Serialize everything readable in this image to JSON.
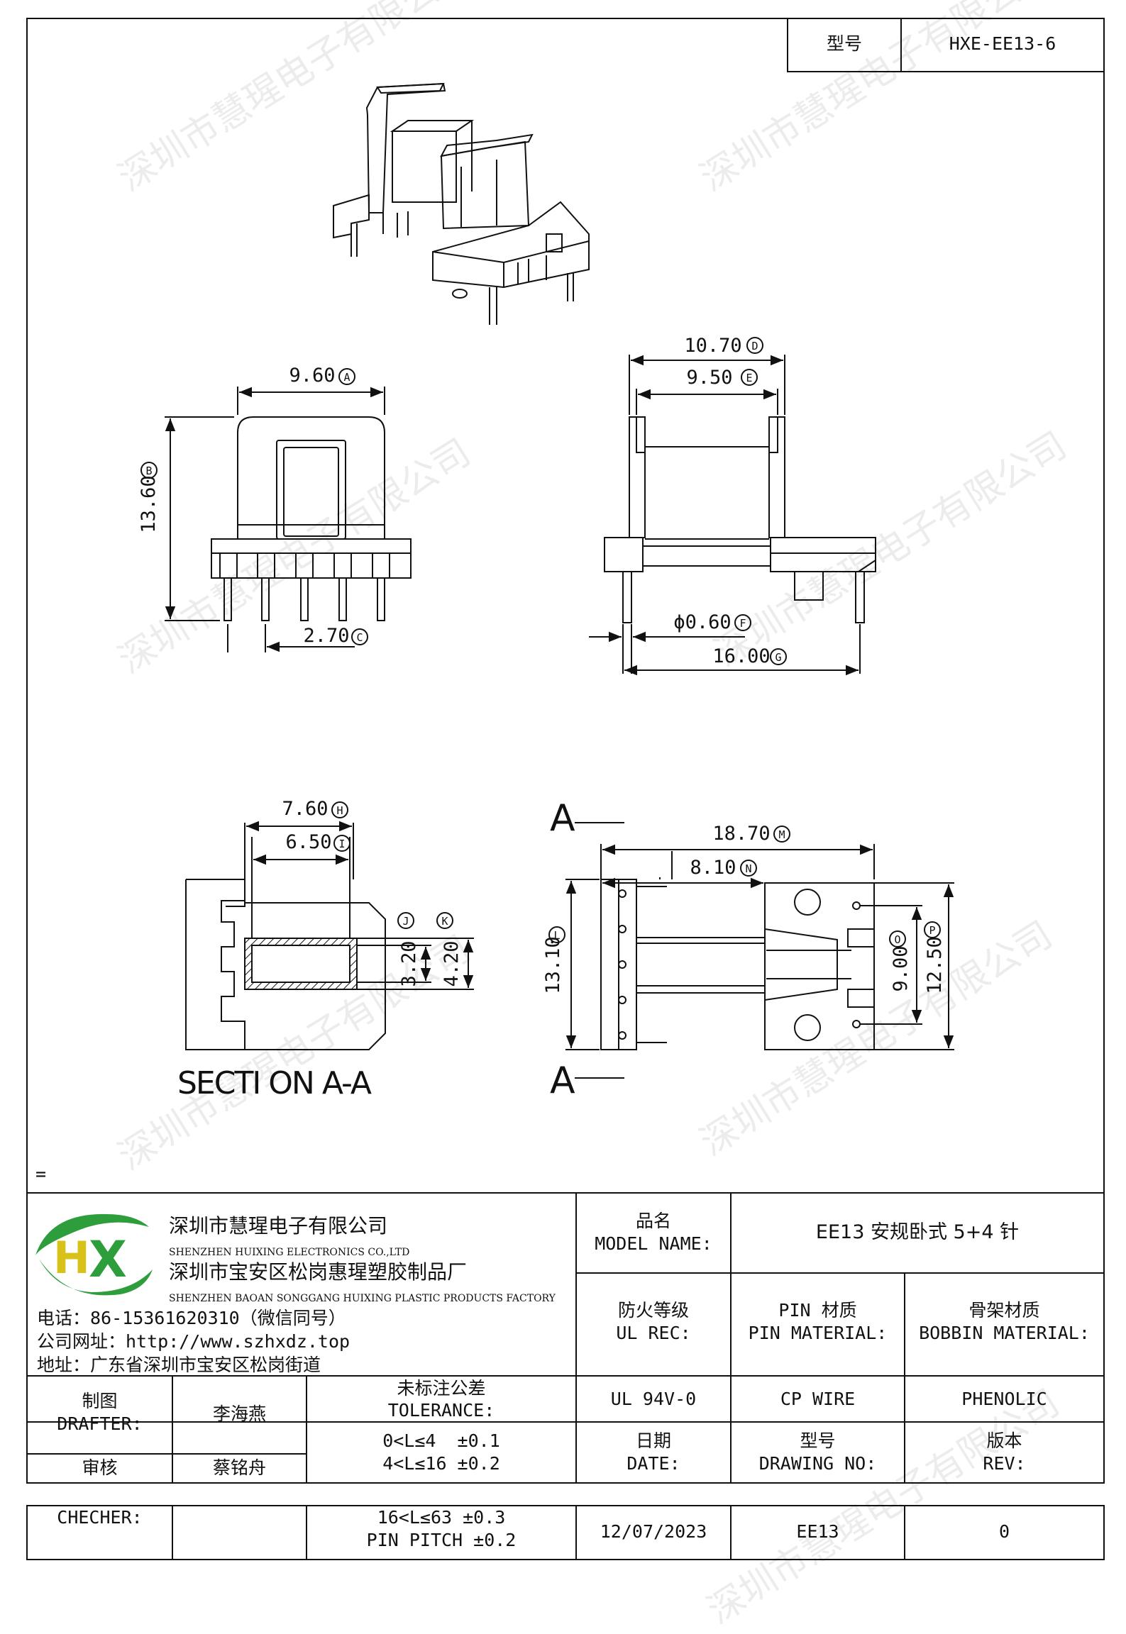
{
  "header": {
    "type_label": "型号",
    "type_value": "HXE-EE13-6"
  },
  "watermark": "深圳市慧瑆电子有限公司",
  "drawing": {
    "top_view": {
      "dim_a": "9.60",
      "tag_a": "A",
      "dim_b": "13.60",
      "tag_b": "B",
      "dim_c": "2.70",
      "tag_c": "C"
    },
    "side_view": {
      "dim_d": "10.70",
      "tag_d": "D",
      "dim_e": "9.50",
      "tag_e": "E",
      "dim_f": "ϕ0.60",
      "tag_f": "F",
      "dim_g": "16.00",
      "tag_g": "G"
    },
    "section": {
      "dim_h": "7.60",
      "tag_h": "H",
      "dim_i": "6.50",
      "tag_i": "I",
      "tag_j": "J",
      "tag_k": "K",
      "dim_j": "3.20",
      "dim_k": "4.20",
      "title": "SECTI ON  A-A"
    },
    "bottom_view": {
      "section_mark": "A",
      "dim_m": "18.70",
      "tag_m": "M",
      "dim_n": "8.10",
      "tag_n": "N",
      "dim_l": "13.10",
      "tag_l": "L",
      "dim_o": "9.00",
      "tag_o": "O",
      "dim_p": "12.50",
      "tag_p": "P"
    },
    "note_mark": "="
  },
  "company": {
    "logo_text": "HX",
    "name_cn": "深圳市慧瑆电子有限公司",
    "name_en": "SHENZHEN HUIXING ELECTRONICS CO.,LTD",
    "factory_cn": "深圳市宝安区松岗惠瑆塑胶制品厂",
    "factory_en": "SHENZHEN BAOAN SONGGANG HUIXING PLASTIC PRODUCTS FACTORY",
    "phone": "电话：86-15361620310（微信同号）",
    "website": "公司网址：http://www.szhxdz.top",
    "address": "地址：广东省深圳市宝安区松岗街道"
  },
  "title_block": {
    "model_label_cn": "品名",
    "model_label_en": "MODEL NAME:",
    "model_value": "EE13 安规卧式 5+4 针",
    "ul_label_cn": "防火等级",
    "ul_label_en": "UL REC:",
    "pin_label_cn": "PIN 材质",
    "pin_label_en": "PIN MATERIAL:",
    "bobbin_label_cn": "骨架材质",
    "bobbin_label_en": "BOBBIN MATERIAL:",
    "drafter_label_cn": "制图",
    "drafter_label_en": "DRAFTER:",
    "drafter_value": "李海燕",
    "tol_label_cn": "未标注公差",
    "tol_label_en": "TOLERANCE:",
    "ul_value": "UL 94V-0",
    "pin_value": "CP WIRE",
    "bobbin_value": "PHENOLIC",
    "tol_1": "0<L≤4  ±0.1",
    "tol_2": "4<L≤16 ±0.2",
    "date_label_cn": "日期",
    "date_label_en": "DATE:",
    "dwg_label_cn": "型号",
    "dwg_label_en": "DRAWING NO:",
    "rev_label_cn": "版本",
    "rev_label_en": "REV:",
    "review_label": "审核",
    "review_value": "蔡铭舟",
    "checker_label": "CHECHER:",
    "tol_3": "16<L≤63 ±0.3",
    "tol_4": "PIN PITCH ±0.2",
    "date_value": "12/07/2023",
    "dwg_value": "EE13",
    "rev_value": "0"
  },
  "colors": {
    "logo_green": "#2e9e3c",
    "logo_yellow": "#d8c21a",
    "line": "#111111"
  }
}
